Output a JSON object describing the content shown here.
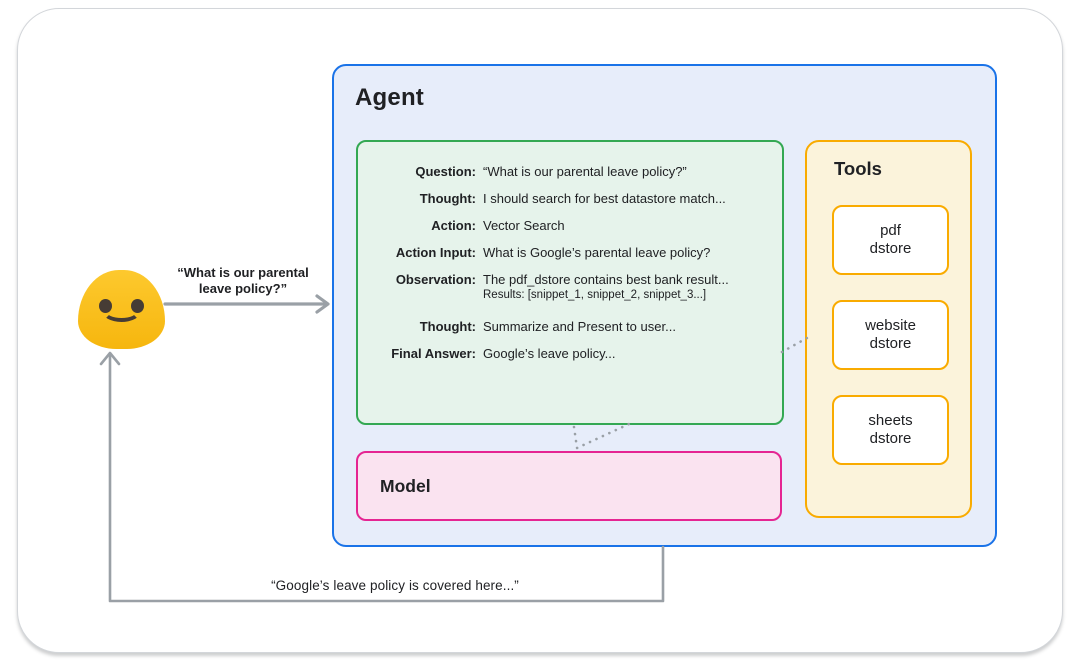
{
  "agent": {
    "title": "Agent",
    "trace": {
      "rows": [
        {
          "label": "Question:",
          "value": "“What is our parental leave policy?”"
        },
        {
          "label": "Thought:",
          "value": "I should search for best datastore match..."
        },
        {
          "label": "Action:",
          "value": "Vector Search"
        },
        {
          "label": "Action Input:",
          "value": "What is Google’s parental leave policy?"
        },
        {
          "label": "Observation:",
          "value": "The pdf_dstore contains best bank result...",
          "value2": "Results: [snippet_1, snippet_2, snippet_3...]"
        },
        {
          "label": "Thought:",
          "value": "Summarize and Present to user..."
        },
        {
          "label": "Final Answer:",
          "value": "Google’s leave policy..."
        }
      ]
    },
    "model": {
      "title": "Model"
    },
    "tools": {
      "title": "Tools",
      "items": [
        {
          "line1": "pdf",
          "line2": "dstore"
        },
        {
          "line1": "website",
          "line2": "dstore"
        },
        {
          "line1": "sheets",
          "line2": "dstore"
        }
      ]
    }
  },
  "user": {
    "icon": "blob-smiley-emoji-icon",
    "request_quote": "“What is our parental\nleave policy?”",
    "request_line1": "“What is our parental",
    "request_line2": "leave policy?”"
  },
  "response_quote": "“Google’s leave policy is covered here...”",
  "colors": {
    "agent_border": "#1a73e8",
    "agent_bg": "#e7edfa",
    "trace_border": "#34a853",
    "trace_bg": "#e6f3eb",
    "model_border": "#e52592",
    "model_bg": "#fae3f0",
    "tools_border": "#f9ab00",
    "tools_bg": "#fbf3db",
    "arrow": "#9aa0a6",
    "text": "#202124",
    "emoji": "#fbc02d"
  }
}
